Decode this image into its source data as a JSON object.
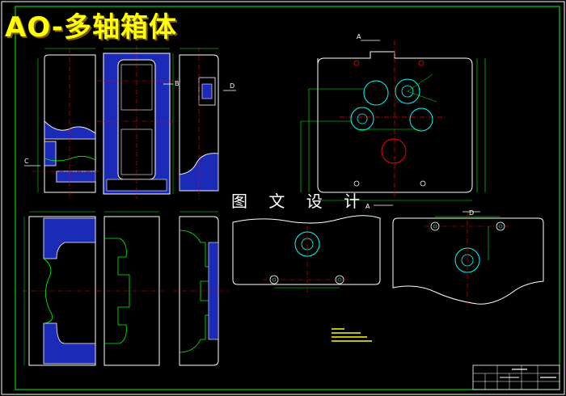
{
  "title": "AO-多轴箱体",
  "watermark": "图 文 设 计",
  "section_labels": {
    "a_top": "A",
    "a_bottom": "A",
    "b": "B",
    "c": "C",
    "d_left": "D",
    "d_right": "D"
  },
  "colors": {
    "background": "#000000",
    "frame": "#00ff00",
    "outline": "#ffffff",
    "dimension": "#00ff00",
    "centerline": "#ff0000",
    "section_fill": "#1c2ab8",
    "hole": "#00ffff",
    "title_text": "#ffff00"
  }
}
